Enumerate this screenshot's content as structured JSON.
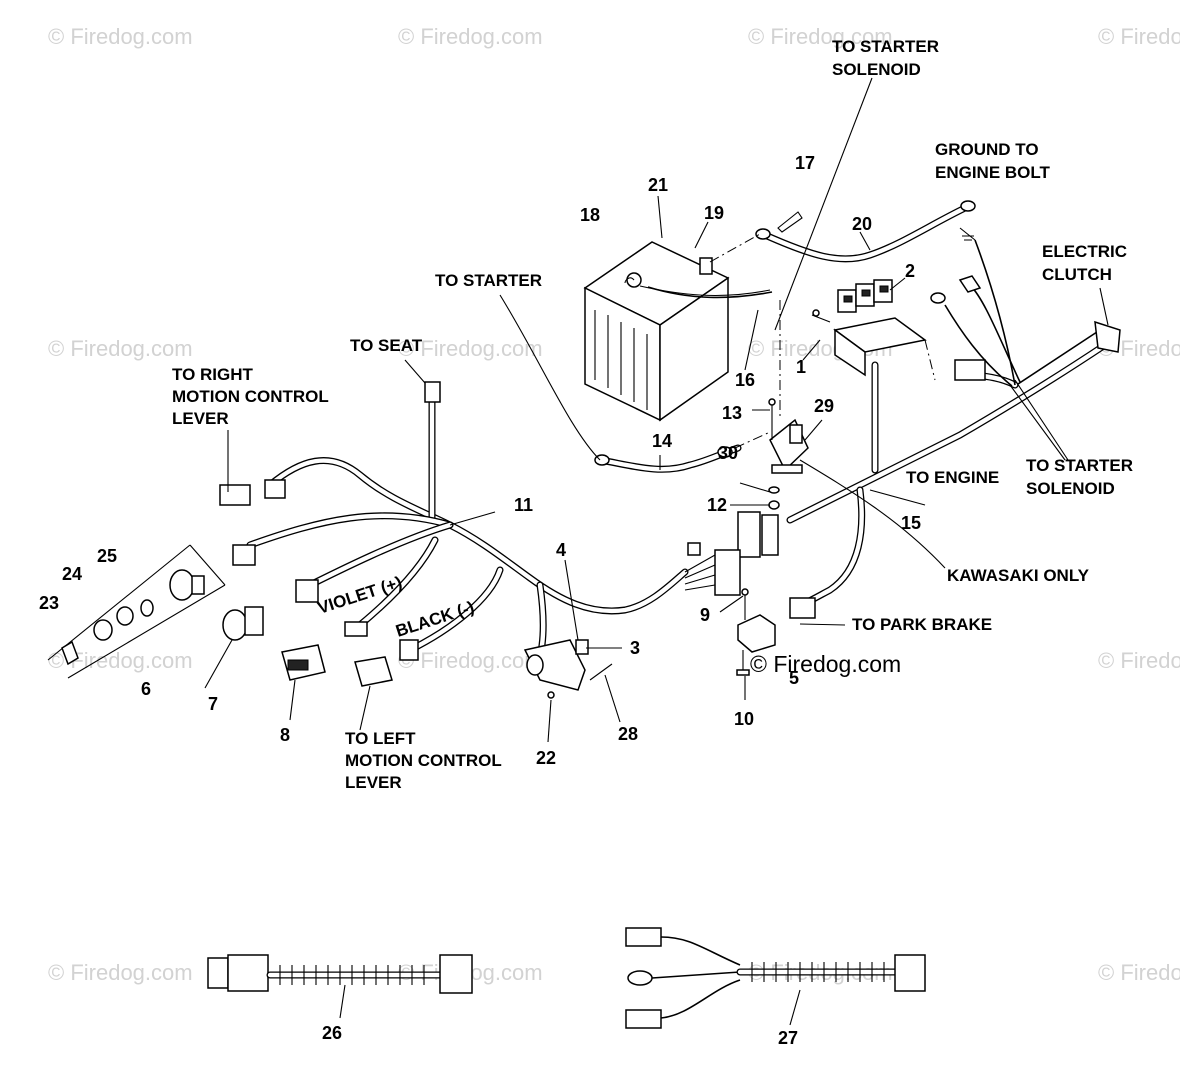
{
  "watermarks": {
    "text": "© Firedog.com",
    "main": "© Firedog.com"
  },
  "labels": {
    "to_starter_solenoid_top_1": "TO STARTER",
    "to_starter_solenoid_top_2": "SOLENOID",
    "ground_1": "GROUND TO",
    "ground_2": "ENGINE BOLT",
    "electric_clutch_1": "ELECTRIC",
    "electric_clutch_2": "CLUTCH",
    "to_starter": "TO STARTER",
    "to_seat": "TO SEAT",
    "right_motion_1": "TO RIGHT",
    "right_motion_2": "MOTION CONTROL",
    "right_motion_3": "LEVER",
    "to_engine": "TO ENGINE",
    "to_starter_solenoid_right_1": "TO STARTER",
    "to_starter_solenoid_right_2": "SOLENOID",
    "kawasaki_only": "KAWASAKI ONLY",
    "to_park_brake": "TO PARK BRAKE",
    "violet": "VIOLET (+)",
    "black": "BLACK (-)",
    "left_motion_1": "TO LEFT",
    "left_motion_2": "MOTION CONTROL",
    "left_motion_3": "LEVER"
  },
  "callouts": {
    "n1": "1",
    "n2": "2",
    "n3": "3",
    "n4": "4",
    "n5": "5",
    "n6": "6",
    "n7": "7",
    "n8": "8",
    "n9": "9",
    "n10": "10",
    "n11": "11",
    "n12": "12",
    "n13": "13",
    "n14": "14",
    "n15": "15",
    "n16": "16",
    "n17": "17",
    "n18": "18",
    "n19": "19",
    "n20": "20",
    "n21": "21",
    "n22": "22",
    "n23": "23",
    "n24": "24",
    "n25": "25",
    "n26": "26",
    "n27": "27",
    "n28": "28",
    "n29": "29",
    "n30": "30"
  },
  "colors": {
    "line": "#000000",
    "background": "#ffffff",
    "watermark": "#d2d2d2"
  }
}
